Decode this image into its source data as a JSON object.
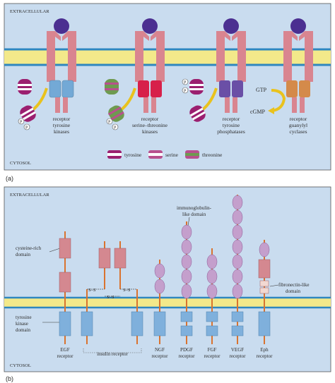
{
  "panel_a": {
    "top_label": "EXTRACELLULAR",
    "bottom_label": "CYTOSOL",
    "caption": "(a)",
    "receptors": [
      {
        "line1": "receptor",
        "line2": "tyrosine",
        "line3": "kinases"
      },
      {
        "line1": "receptor",
        "line2": "serine–threonine",
        "line3": "kinases"
      },
      {
        "line1": "receptor",
        "line2": "tyrosine",
        "line3": "phosphatases"
      },
      {
        "line1": "receptor",
        "line2": "guanylyl",
        "line3": "cyclases"
      }
    ],
    "gtp": "GTP",
    "cgmp": "cGMP",
    "phospho_symbol": "P",
    "legend": {
      "tyrosine": "tyrosine",
      "serine": "serine",
      "threonine": "threonine"
    }
  },
  "panel_b": {
    "top_label": "EXTRACELLULAR",
    "bottom_label": "CYTOSOL",
    "caption": "(b)",
    "cysteine_label": {
      "line1": "cysteine-rich",
      "line2": "domain"
    },
    "kinase_label": {
      "line1": "tyrosine",
      "line2": "kinase",
      "line3": "domain"
    },
    "ig_label": {
      "line1": "immunoglobulin-",
      "line2": "like domain"
    },
    "fn_label": {
      "line1": "fibronectin-like",
      "line2": "domain"
    },
    "disulfide": "S–S",
    "receptors": {
      "egf": {
        "line1": "EGF",
        "line2": "receptor"
      },
      "insulin": "insulin receptor",
      "ngf": {
        "line1": "NGF",
        "line2": "receptor"
      },
      "pdgf": {
        "line1": "PDGF",
        "line2": "receptor"
      },
      "fgf": {
        "line1": "FGF",
        "line2": "receptor"
      },
      "vegf": {
        "line1": "VEGF",
        "line2": "receptor"
      },
      "eph": {
        "line1": "Eph",
        "line2": "receptor"
      }
    }
  },
  "colors": {
    "panel_bg": "#c9dcef",
    "membrane": "#f3e98a",
    "membrane_line": "#2f87c0",
    "receptor_pink": "#d98590",
    "ligand_purple": "#4b2f91",
    "kinase_blue": "#73a9d6",
    "kinase_red": "#d7204a",
    "phosphatase_purple": "#6a4fa6",
    "cyclase_orange": "#d48a4a",
    "arrow_yellow": "#e9c21d",
    "tyrosine": "#9b1f6f",
    "serine": "#b8508e",
    "threonine": "#6e9a50",
    "domain_pink": "#d48890",
    "domain_ig": "#c49fcc",
    "domain_blue": "#7fb0dc",
    "stalk": "#d9732f"
  }
}
